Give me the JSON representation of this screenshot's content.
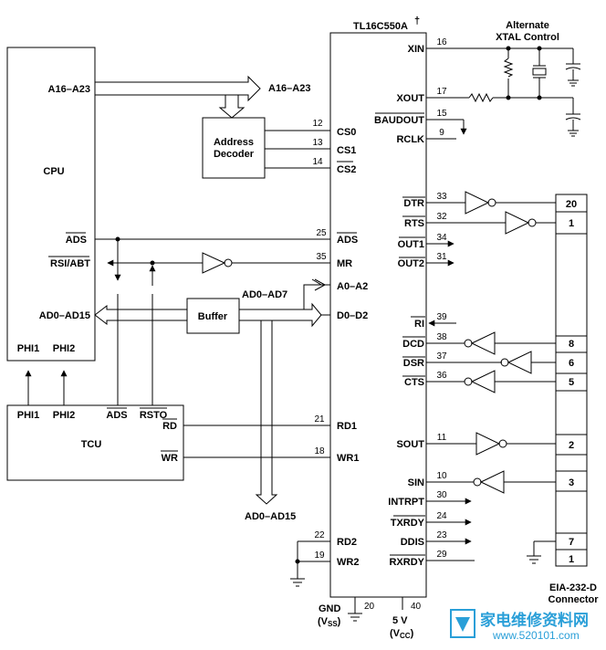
{
  "chip": {
    "title": "TL16C550A",
    "dagger": "†",
    "left_pins": [
      {
        "num": "12",
        "name": "CS0"
      },
      {
        "num": "13",
        "name": "CS1"
      },
      {
        "num": "14",
        "name": "CS2"
      },
      {
        "num": "25",
        "name": "ADS"
      },
      {
        "num": "35",
        "name": "MR"
      },
      {
        "name": "A0–A2"
      },
      {
        "name": "D0–D2"
      },
      {
        "num": "21",
        "name": "RD1"
      },
      {
        "num": "18",
        "name": "WR1"
      },
      {
        "num": "22",
        "name": "RD2"
      },
      {
        "num": "19",
        "name": "WR2"
      }
    ],
    "right_pins": [
      {
        "num": "16",
        "name": "XIN"
      },
      {
        "num": "17",
        "name": "XOUT"
      },
      {
        "num": "15",
        "name": "BAUDOUT"
      },
      {
        "num": "9",
        "name": "RCLK"
      },
      {
        "num": "33",
        "name": "DTR"
      },
      {
        "num": "32",
        "name": "RTS"
      },
      {
        "num": "34",
        "name": "OUT1"
      },
      {
        "num": "31",
        "name": "OUT2"
      },
      {
        "num": "39",
        "name": "RI"
      },
      {
        "num": "38",
        "name": "DCD"
      },
      {
        "num": "37",
        "name": "DSR"
      },
      {
        "num": "36",
        "name": "CTS"
      },
      {
        "num": "11",
        "name": "SOUT"
      },
      {
        "num": "10",
        "name": "SIN"
      },
      {
        "num": "30",
        "name": "INTRPT"
      },
      {
        "num": "24",
        "name": "TXRDY"
      },
      {
        "num": "23",
        "name": "DDIS"
      },
      {
        "num": "29",
        "name": "RXRDY"
      }
    ],
    "gnd": {
      "name": "GND",
      "sub": "(V",
      "sub2": "SS",
      "sub3": ")",
      "num": "20"
    },
    "vcc": {
      "name": "5 V",
      "sub": "(V",
      "sub2": "CC",
      "sub3": ")",
      "num": "40"
    }
  },
  "cpu": {
    "title": "CPU",
    "pins": [
      "A16–A23",
      "ADS",
      "RSI/ABT",
      "AD0–AD15",
      "PHI1",
      "PHI2"
    ]
  },
  "tcu": {
    "title": "TCU",
    "pins": [
      "PHI1",
      "PHI2",
      "ADS",
      "RSTO",
      "RD",
      "WR"
    ]
  },
  "blocks": {
    "decoder_line1": "Address",
    "decoder_line2": "Decoder",
    "buffer": "Buffer"
  },
  "nets": {
    "a16": "A16–A23",
    "ad07": "AD0–AD7",
    "ad015": "AD0–AD15"
  },
  "xtal": {
    "line1": "Alternate",
    "line2": "XTAL Control"
  },
  "connector": {
    "pins": [
      "20",
      "1",
      "8",
      "6",
      "5",
      "2",
      "3",
      "7",
      "1"
    ],
    "label1": "EIA-232-D",
    "label2": "Connector"
  },
  "watermark": {
    "cn": "家电维修资料网",
    "url": "www.520101.com"
  }
}
